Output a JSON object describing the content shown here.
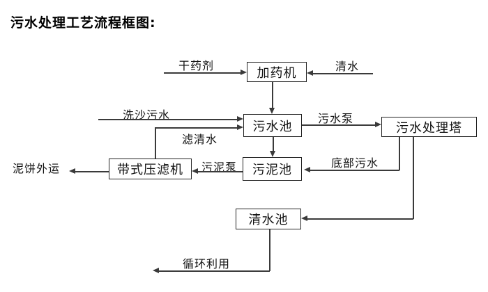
{
  "title": "污水处理工艺流程框图:",
  "diagram": {
    "nodes": {
      "dosing_machine": {
        "label": "加药机"
      },
      "sewage_pool": {
        "label": "污水池"
      },
      "treatment_tower": {
        "label": "污水处理塔"
      },
      "belt_filter_press": {
        "label": "带式压滤机"
      },
      "sludge_pool": {
        "label": "污泥池"
      },
      "clear_water_pool": {
        "label": "清水池"
      }
    },
    "flow_labels": {
      "dry_chemical": "干药剂",
      "clear_water_in": "清水",
      "sand_washing_sewage": "洗沙污水",
      "filtered_water": "滤清水",
      "sewage_pump": "污水泵",
      "sludge_pump": "污泥泵",
      "bottom_sewage": "底部污水",
      "mud_cake_out": "泥饼外运",
      "recycling": "循环利用"
    },
    "colors": {
      "line": "#3a3a3a",
      "text": "#111111",
      "background": "#ffffff"
    }
  }
}
